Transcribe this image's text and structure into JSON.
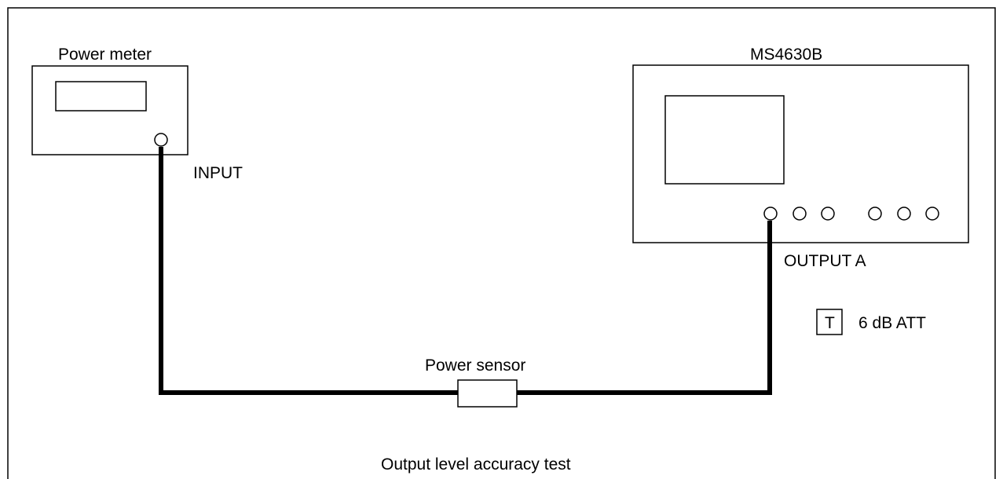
{
  "diagram": {
    "power_meter_label": "Power meter",
    "input_label": "INPUT",
    "device_label": "MS4630B",
    "output_label": "OUTPUT A",
    "att_box_label": "T",
    "att_label": "6 dB ATT",
    "sensor_label": "Power sensor",
    "caption": "Output level accuracy test"
  }
}
